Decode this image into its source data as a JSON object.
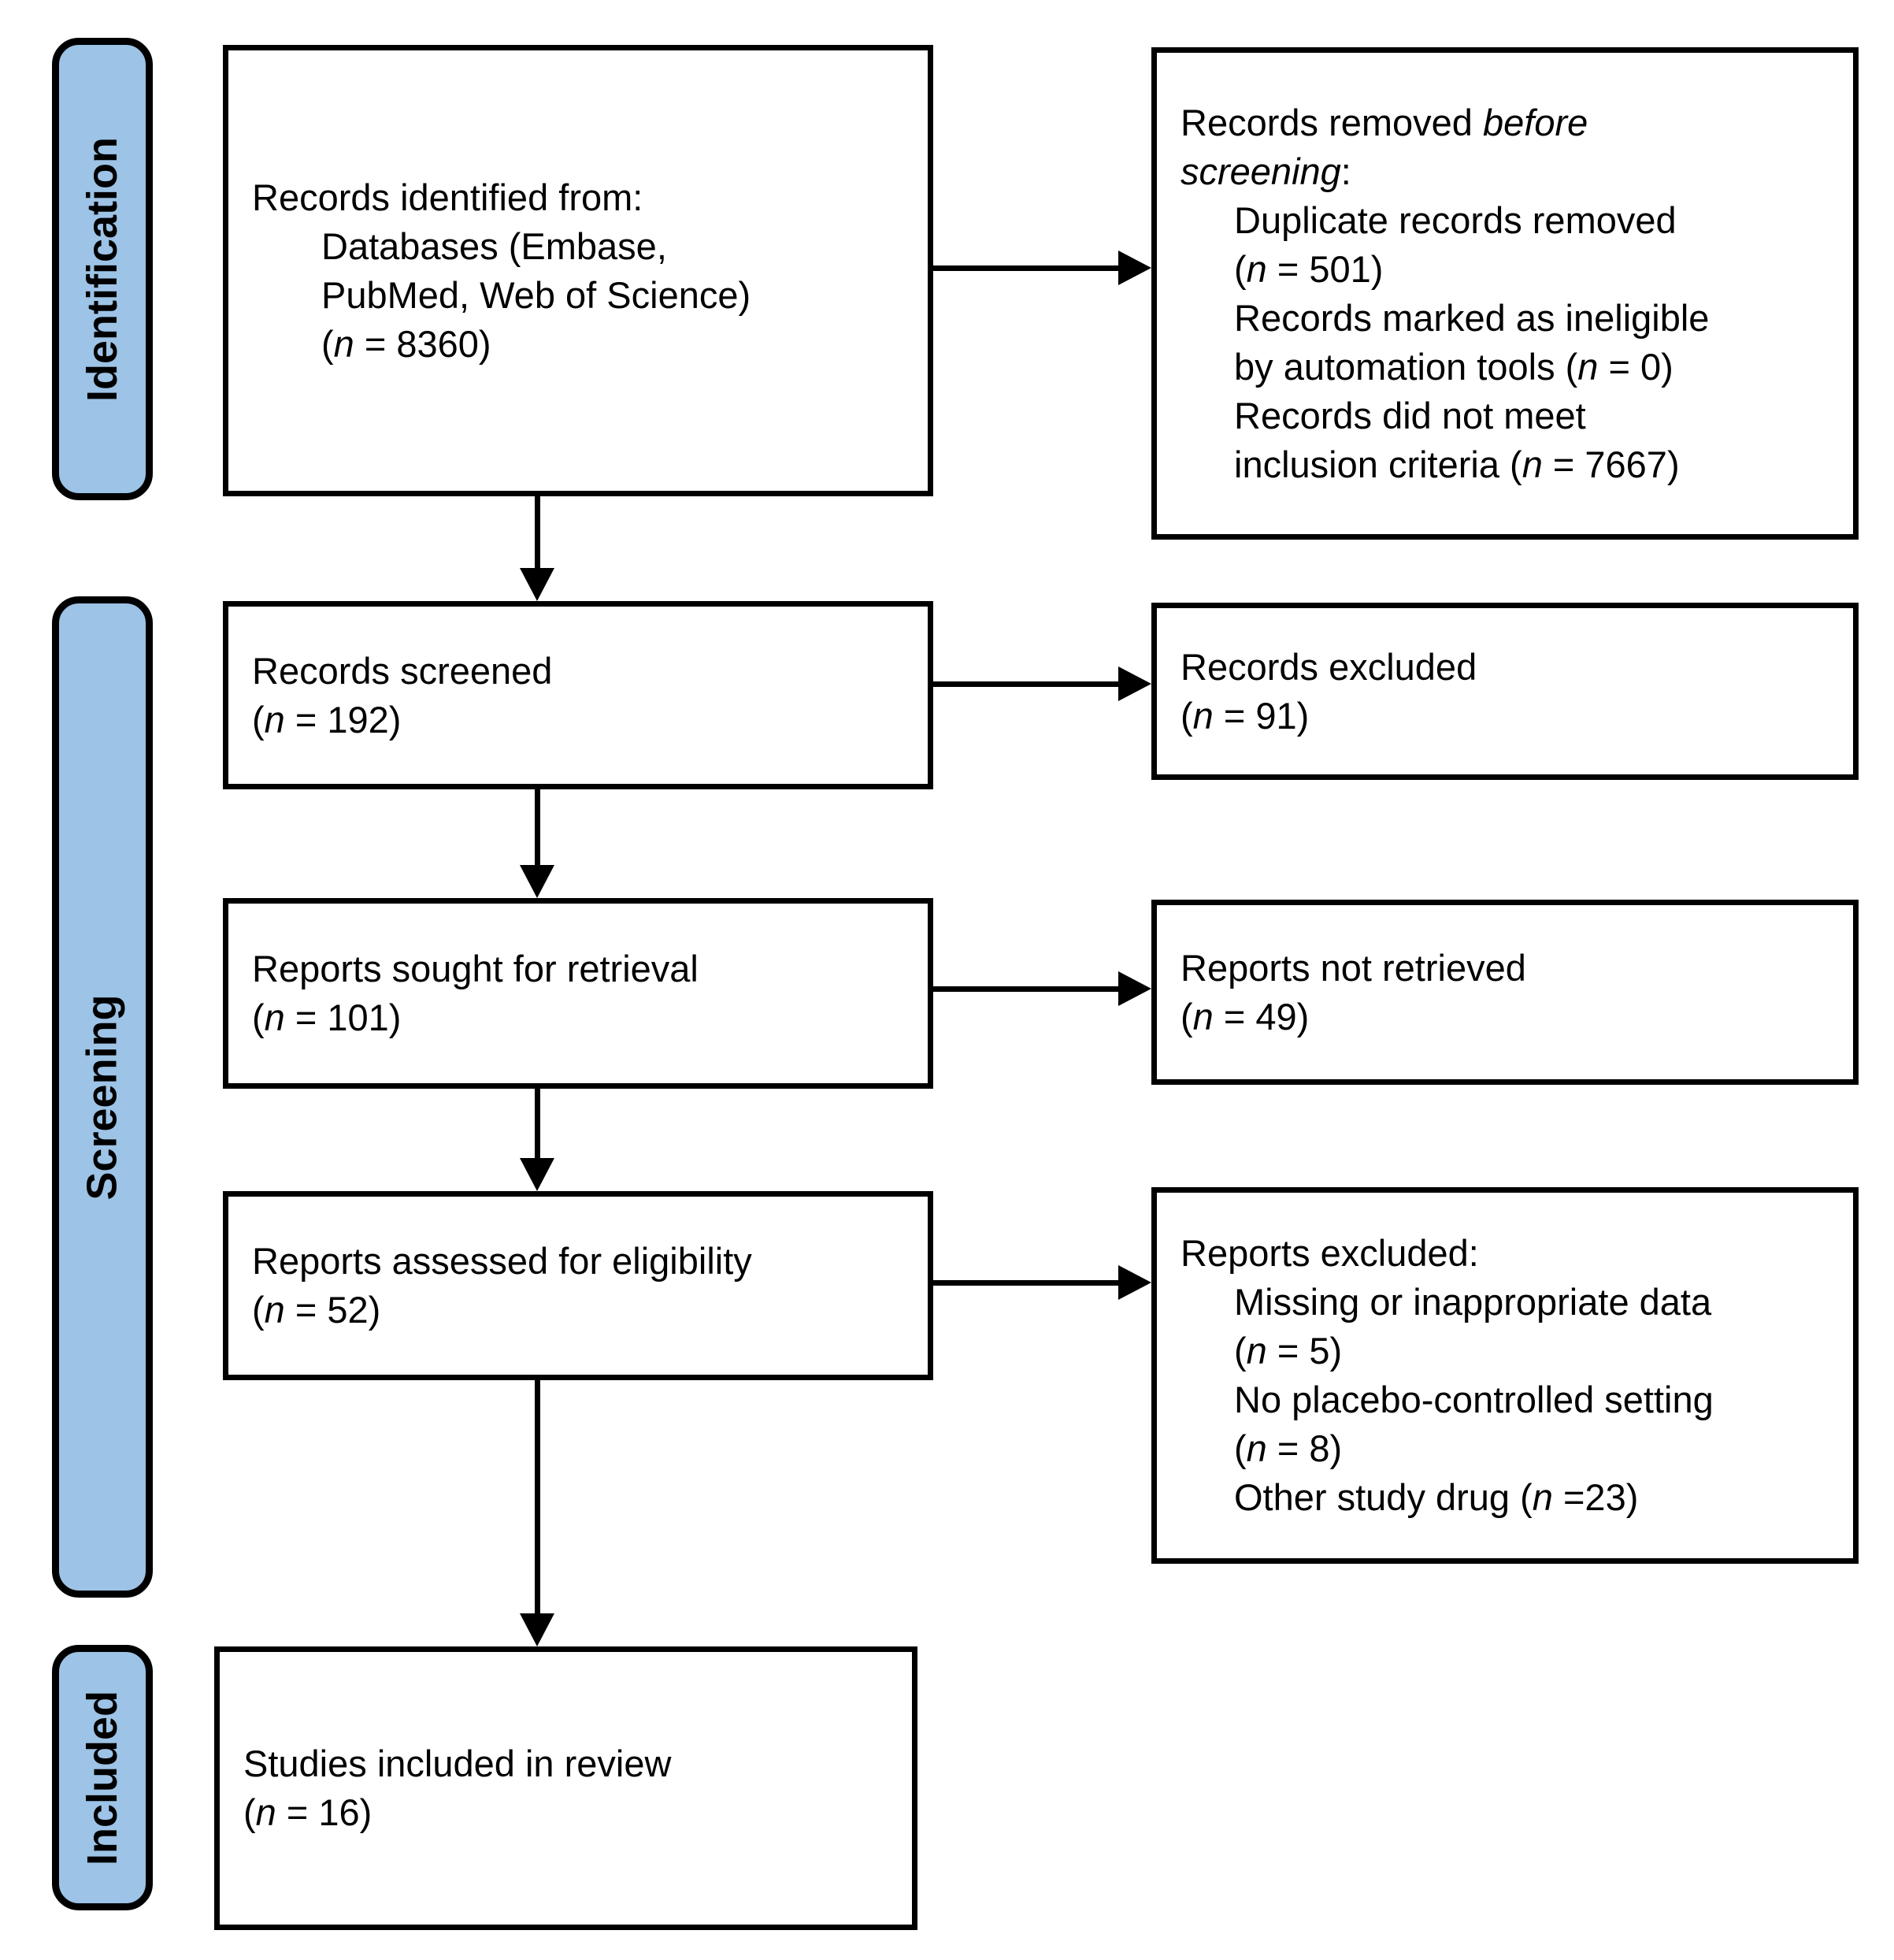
{
  "diagram_title": "PRISMA flow diagram",
  "colors": {
    "sidebar_fill": "#9DC3E6",
    "box_fill": "#FFFFFF",
    "border": "#000000",
    "text": "#000000"
  },
  "sidebar": {
    "items": [
      {
        "id": "identification",
        "label": "Identification"
      },
      {
        "id": "screening",
        "label": "Screening"
      },
      {
        "id": "included",
        "label": "Included"
      }
    ]
  },
  "boxes": {
    "records_identified": {
      "lines": [
        {
          "indent": false,
          "segments": [
            {
              "t": "Records identified from:",
              "i": false
            }
          ]
        },
        {
          "indent": true,
          "segments": [
            {
              "t": "Databases (Embase,",
              "i": false
            }
          ]
        },
        {
          "indent": true,
          "segments": [
            {
              "t": "PubMed, Web of Science)",
              "i": false
            }
          ]
        },
        {
          "indent": true,
          "segments": [
            {
              "t": "(",
              "i": false
            },
            {
              "t": "n",
              "i": true
            },
            {
              "t": " = 8360)",
              "i": false
            }
          ]
        }
      ]
    },
    "records_removed_before_screening": {
      "lines": [
        {
          "indent": false,
          "segments": [
            {
              "t": "Records removed ",
              "i": false
            },
            {
              "t": "before",
              "i": true
            }
          ]
        },
        {
          "indent": false,
          "segments": [
            {
              "t": "screening",
              "i": true
            },
            {
              "t": ":",
              "i": false
            }
          ]
        },
        {
          "indent": true,
          "segments": [
            {
              "t": "Duplicate records removed",
              "i": false
            }
          ]
        },
        {
          "indent": true,
          "segments": [
            {
              "t": "(",
              "i": false
            },
            {
              "t": "n",
              "i": true
            },
            {
              "t": " = 501)",
              "i": false
            }
          ]
        },
        {
          "indent": true,
          "segments": [
            {
              "t": "Records marked as ineligible",
              "i": false
            }
          ]
        },
        {
          "indent": true,
          "segments": [
            {
              "t": "by automation tools (",
              "i": false
            },
            {
              "t": "n",
              "i": true
            },
            {
              "t": " = 0)",
              "i": false
            }
          ]
        },
        {
          "indent": true,
          "segments": [
            {
              "t": "Records did not meet",
              "i": false
            }
          ]
        },
        {
          "indent": true,
          "segments": [
            {
              "t": "inclusion criteria (",
              "i": false
            },
            {
              "t": "n",
              "i": true
            },
            {
              "t": " = 7667)",
              "i": false
            }
          ]
        }
      ]
    },
    "records_screened": {
      "lines": [
        {
          "indent": false,
          "segments": [
            {
              "t": "Records screened",
              "i": false
            }
          ]
        },
        {
          "indent": false,
          "segments": [
            {
              "t": "(",
              "i": false
            },
            {
              "t": "n",
              "i": true
            },
            {
              "t": " = 192)",
              "i": false
            }
          ]
        }
      ]
    },
    "records_excluded": {
      "lines": [
        {
          "indent": false,
          "segments": [
            {
              "t": "Records excluded",
              "i": false
            }
          ]
        },
        {
          "indent": false,
          "segments": [
            {
              "t": "(",
              "i": false
            },
            {
              "t": "n",
              "i": true
            },
            {
              "t": " = 91)",
              "i": false
            }
          ]
        }
      ]
    },
    "reports_sought": {
      "lines": [
        {
          "indent": false,
          "segments": [
            {
              "t": "Reports sought for retrieval",
              "i": false
            }
          ]
        },
        {
          "indent": false,
          "segments": [
            {
              "t": "(",
              "i": false
            },
            {
              "t": "n",
              "i": true
            },
            {
              "t": " = 101)",
              "i": false
            }
          ]
        }
      ]
    },
    "reports_not_retrieved": {
      "lines": [
        {
          "indent": false,
          "segments": [
            {
              "t": "Reports not retrieved",
              "i": false
            }
          ]
        },
        {
          "indent": false,
          "segments": [
            {
              "t": "(",
              "i": false
            },
            {
              "t": "n",
              "i": true
            },
            {
              "t": " = 49)",
              "i": false
            }
          ]
        }
      ]
    },
    "reports_assessed": {
      "lines": [
        {
          "indent": false,
          "segments": [
            {
              "t": "Reports assessed for eligibility",
              "i": false
            }
          ]
        },
        {
          "indent": false,
          "segments": [
            {
              "t": "(",
              "i": false
            },
            {
              "t": "n",
              "i": true
            },
            {
              "t": " = 52)",
              "i": false
            }
          ]
        }
      ]
    },
    "reports_excluded": {
      "lines": [
        {
          "indent": false,
          "segments": [
            {
              "t": "Reports excluded:",
              "i": false
            }
          ]
        },
        {
          "indent": true,
          "segments": [
            {
              "t": "Missing or inappropriate data",
              "i": false
            }
          ]
        },
        {
          "indent": true,
          "segments": [
            {
              "t": "(",
              "i": false
            },
            {
              "t": "n",
              "i": true
            },
            {
              "t": " = 5)",
              "i": false
            }
          ]
        },
        {
          "indent": true,
          "segments": [
            {
              "t": "No placebo-controlled setting",
              "i": false
            }
          ]
        },
        {
          "indent": true,
          "segments": [
            {
              "t": "(",
              "i": false
            },
            {
              "t": "n",
              "i": true
            },
            {
              "t": " = 8)",
              "i": false
            }
          ]
        },
        {
          "indent": true,
          "segments": [
            {
              "t": "Other study drug (",
              "i": false
            },
            {
              "t": "n",
              "i": true
            },
            {
              "t": " =23)",
              "i": false
            }
          ]
        }
      ]
    },
    "studies_included": {
      "lines": [
        {
          "indent": false,
          "segments": [
            {
              "t": "Studies included in review",
              "i": false
            }
          ]
        },
        {
          "indent": false,
          "segments": [
            {
              "t": "(",
              "i": false
            },
            {
              "t": "n",
              "i": true
            },
            {
              "t": " = 16)",
              "i": false
            }
          ]
        }
      ]
    }
  }
}
